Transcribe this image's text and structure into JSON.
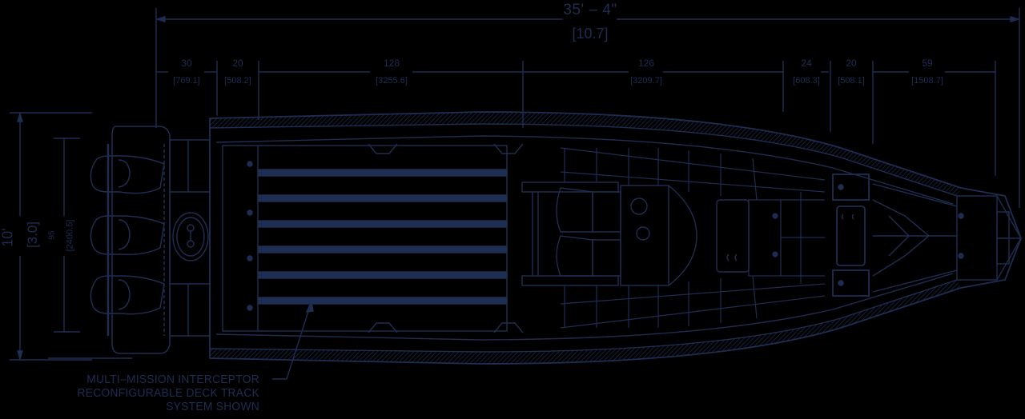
{
  "drawing": {
    "subject": "boat deck plan top view",
    "line_color": "#1f2d52",
    "background_color": "#000000"
  },
  "overall_length": {
    "imperial": "35' – 4\"",
    "metric": "[10.7]"
  },
  "segment_dimensions": [
    {
      "inches": "30",
      "mm": "[769.1]"
    },
    {
      "inches": "20",
      "mm": "[508.2]"
    },
    {
      "inches": "128",
      "mm": "[3255.6]"
    },
    {
      "inches": "126",
      "mm": "[3209.7]"
    },
    {
      "inches": "24",
      "mm": "[608.3]"
    },
    {
      "inches": "20",
      "mm": "[508.1]"
    },
    {
      "inches": "59",
      "mm": "[1508.7]"
    }
  ],
  "beam": {
    "imperial": "10'",
    "metric": "[3.0]"
  },
  "inner_beam": {
    "inches": "95",
    "mm": "[2400.5]"
  },
  "callout": {
    "lines": [
      "MULTI–MISSION INTERCEPTOR",
      "RECONFIGURABLE DECK TRACK",
      "SYSTEM SHOWN"
    ]
  }
}
